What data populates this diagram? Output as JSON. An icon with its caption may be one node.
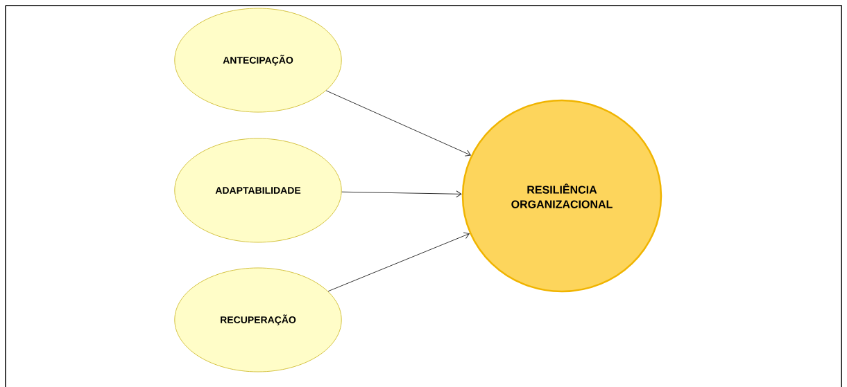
{
  "diagram": {
    "nodes": [
      {
        "text": [
          "ANTECIPAÇÃO"
        ]
      },
      {
        "text": [
          "ADAPTABILIDADE"
        ]
      },
      {
        "text": [
          "RECUPERAÇÃO"
        ]
      },
      {
        "text": [
          "RESILIÊNCIA ORGANIZACIONAL"
        ]
      }
    ],
    "edges": [
      {
        "from": 0,
        "to": 3,
        "arrow": "to"
      },
      {
        "from": 1,
        "to": 3,
        "arrow": "to"
      },
      {
        "from": 2,
        "to": 3,
        "arrow": "to"
      }
    ]
  }
}
